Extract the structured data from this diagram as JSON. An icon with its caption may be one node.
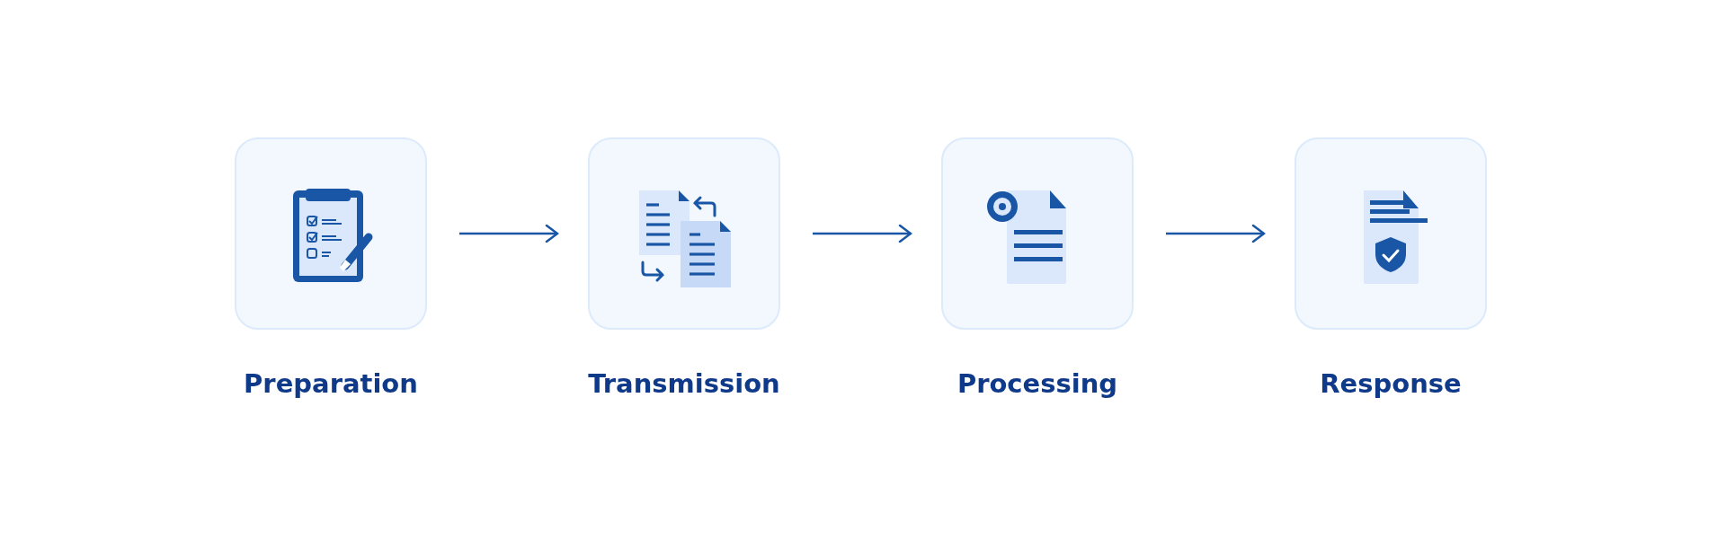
{
  "diagram": {
    "nodes": [
      {
        "text": [
          "Preparation"
        ]
      },
      {
        "text": [
          "Transmission"
        ]
      },
      {
        "text": [
          "Processing"
        ]
      },
      {
        "text": [
          "Response"
        ]
      }
    ],
    "edges": [
      {
        "from": 0,
        "to": 1,
        "arrow": "to"
      },
      {
        "from": 1,
        "to": 2,
        "arrow": "to"
      },
      {
        "from": 2,
        "to": 3,
        "arrow": "to"
      }
    ]
  }
}
